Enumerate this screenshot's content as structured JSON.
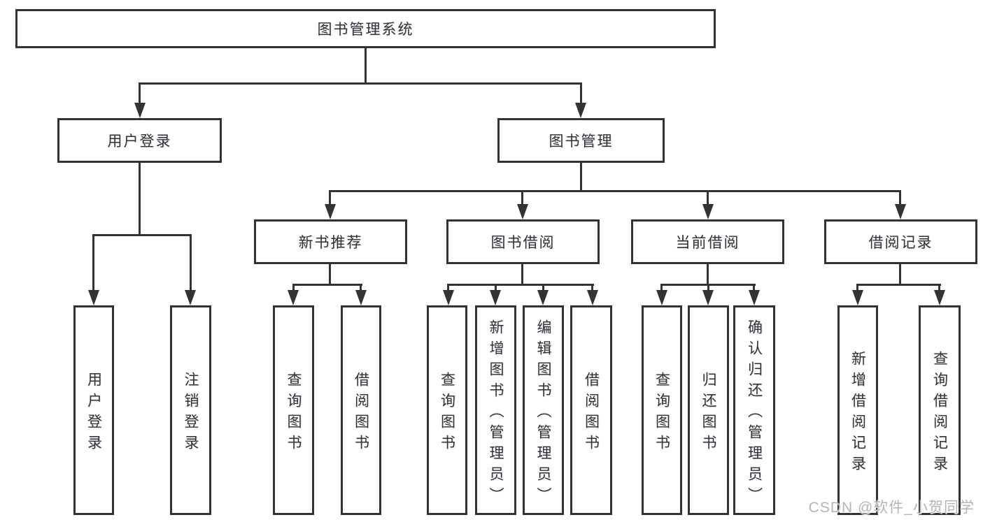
{
  "diagram": {
    "nodes": {
      "root": "图书管理系统",
      "user_login": "用户登录",
      "book_mgmt": "图书管理",
      "new_books": "新书推荐",
      "book_borrow": "图书借阅",
      "current_borrow": "当前借阅",
      "borrow_records": "借阅记录",
      "leaf_user_login": "用户登录",
      "leaf_logout": "注销登录",
      "leaf_nb_query": "查询图书",
      "leaf_nb_borrow": "借阅图书",
      "leaf_bb_query": "查询图书",
      "leaf_bb_add": "新增图书（管理员）",
      "leaf_bb_edit": "编辑图书（管理员）",
      "leaf_bb_borrow": "借阅图书",
      "leaf_cb_query": "查询图书",
      "leaf_cb_return": "归还图书",
      "leaf_cb_confirm": "确认归还（管理员）",
      "leaf_br_add": "新增借阅记录",
      "leaf_br_query": "查询借阅记录"
    },
    "colors": {
      "line": "#333333",
      "text": "#333333",
      "background": "#ffffff",
      "watermark": "#b5b5b5"
    }
  },
  "watermark": {
    "text": "CSDN @软件_小贺同学"
  }
}
